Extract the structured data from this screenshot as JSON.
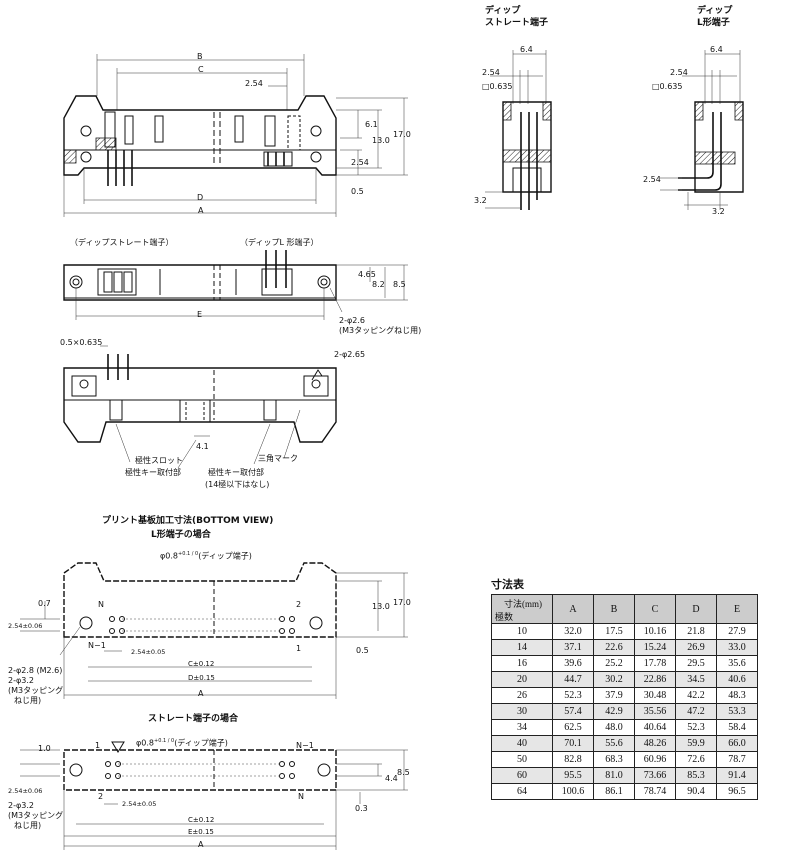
{
  "top_right": {
    "straight_title_1": "ディップ",
    "straight_title_2": "ストレート端子",
    "l_title_1": "ディップ",
    "l_title_2": "L形端子",
    "dim_64": "6.4",
    "dim_254": "2.54",
    "dim_sq": "□0.635",
    "dim_32": "3.2"
  },
  "front_view": {
    "B": "B",
    "C": "C",
    "D": "D",
    "A": "A",
    "d254": "2.54",
    "d61": "6.1",
    "d130": "13.0",
    "d170": "17.0",
    "d254b": "2.54",
    "d05": "0.5"
  },
  "top_view": {
    "label_straight": "（ディップストレート端子）",
    "label_l": "（ディップL 形端子）",
    "d465": "4.65",
    "d82": "8.2",
    "d85": "8.5",
    "E": "E",
    "hole": "2-φ2.6",
    "hole_note": "(M3タッピングねじ用)"
  },
  "bottom_view_part": {
    "pin_size": "0.5×0.635",
    "hole": "2-φ2.65",
    "d41": "4.1",
    "slot": "極性スロット",
    "key_mount": "極性キー取付部",
    "triangle": "三角マーク",
    "key_mount2": "極性キー取付部",
    "key_note": "(14極以下はなし)"
  },
  "pcb": {
    "title": "プリント基板加工寸法(BOTTOM VIEW)",
    "l_case": "L形端子の場合",
    "straight_case": "ストレート端子の場合",
    "phi08": "φ0.8",
    "phi08_tol": "+0.1 / 0",
    "dip_terminal": "(ディップ端子)",
    "d07": "0.7",
    "d254_tol": "2.54±0.06",
    "N": "N",
    "N1": "N−1",
    "one": "1",
    "two": "2",
    "d254_05": "2.54±0.05",
    "d130": "13.0",
    "d170": "17.0",
    "d05": "0.5",
    "hole_m26": "2-φ2.8 (M2.6)",
    "hole_32": "2-φ3.2",
    "m3_note_1": "(M3タッピング",
    "m3_note_2": "ねじ用)",
    "C012": "C±0.12",
    "D015": "D±0.15",
    "A": "A",
    "d10": "1.0",
    "d44": "4.4",
    "d85": "8.5",
    "d03": "0.3",
    "s_hole_32": "2-φ3.2",
    "s_m3_1": "(M3タッピング",
    "s_m3_2": "ねじ用)",
    "E015": "E±0.15",
    "s_A": "A"
  },
  "dims_table": {
    "title": "寸法表",
    "corner_top": "寸法(mm)",
    "corner_bottom": "極数",
    "headers": [
      "A",
      "B",
      "C",
      "D",
      "E"
    ],
    "rows": [
      {
        "poles": "10",
        "A": "32.0",
        "B": "17.5",
        "C": "10.16",
        "D": "21.8",
        "E": "27.9"
      },
      {
        "poles": "14",
        "A": "37.1",
        "B": "22.6",
        "C": "15.24",
        "D": "26.9",
        "E": "33.0"
      },
      {
        "poles": "16",
        "A": "39.6",
        "B": "25.2",
        "C": "17.78",
        "D": "29.5",
        "E": "35.6"
      },
      {
        "poles": "20",
        "A": "44.7",
        "B": "30.2",
        "C": "22.86",
        "D": "34.5",
        "E": "40.6"
      },
      {
        "poles": "26",
        "A": "52.3",
        "B": "37.9",
        "C": "30.48",
        "D": "42.2",
        "E": "48.3"
      },
      {
        "poles": "30",
        "A": "57.4",
        "B": "42.9",
        "C": "35.56",
        "D": "47.2",
        "E": "53.3"
      },
      {
        "poles": "34",
        "A": "62.5",
        "B": "48.0",
        "C": "40.64",
        "D": "52.3",
        "E": "58.4"
      },
      {
        "poles": "40",
        "A": "70.1",
        "B": "55.6",
        "C": "48.26",
        "D": "59.9",
        "E": "66.0"
      },
      {
        "poles": "50",
        "A": "82.8",
        "B": "68.3",
        "C": "60.96",
        "D": "72.6",
        "E": "78.7"
      },
      {
        "poles": "60",
        "A": "95.5",
        "B": "81.0",
        "C": "73.66",
        "D": "85.3",
        "E": "91.4"
      },
      {
        "poles": "64",
        "A": "100.6",
        "B": "86.1",
        "C": "78.74",
        "D": "90.4",
        "E": "96.5"
      }
    ]
  }
}
